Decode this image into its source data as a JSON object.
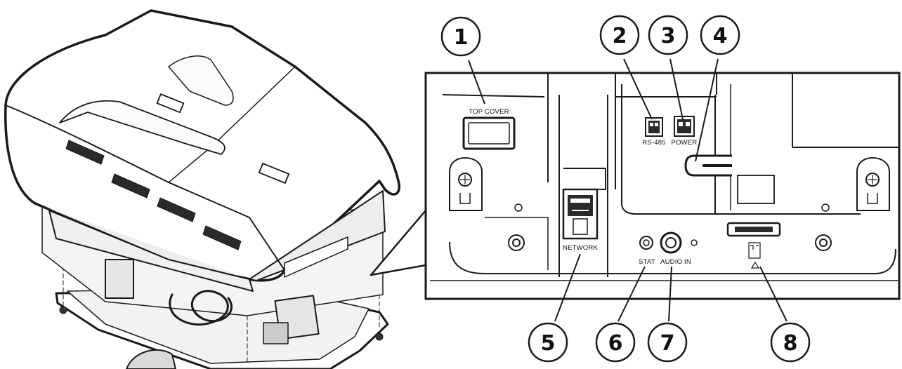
{
  "panel_labels": {
    "top_cover": "TOP COVER",
    "rs485": "RS-485",
    "power": "POWER",
    "network": "NETWORK",
    "stat": "STAT",
    "audio_in": "AUDIO IN"
  },
  "callouts": [
    {
      "number": "1"
    },
    {
      "number": "2"
    },
    {
      "number": "3"
    },
    {
      "number": "4"
    },
    {
      "number": "5"
    },
    {
      "number": "6"
    },
    {
      "number": "7"
    },
    {
      "number": "8"
    }
  ]
}
